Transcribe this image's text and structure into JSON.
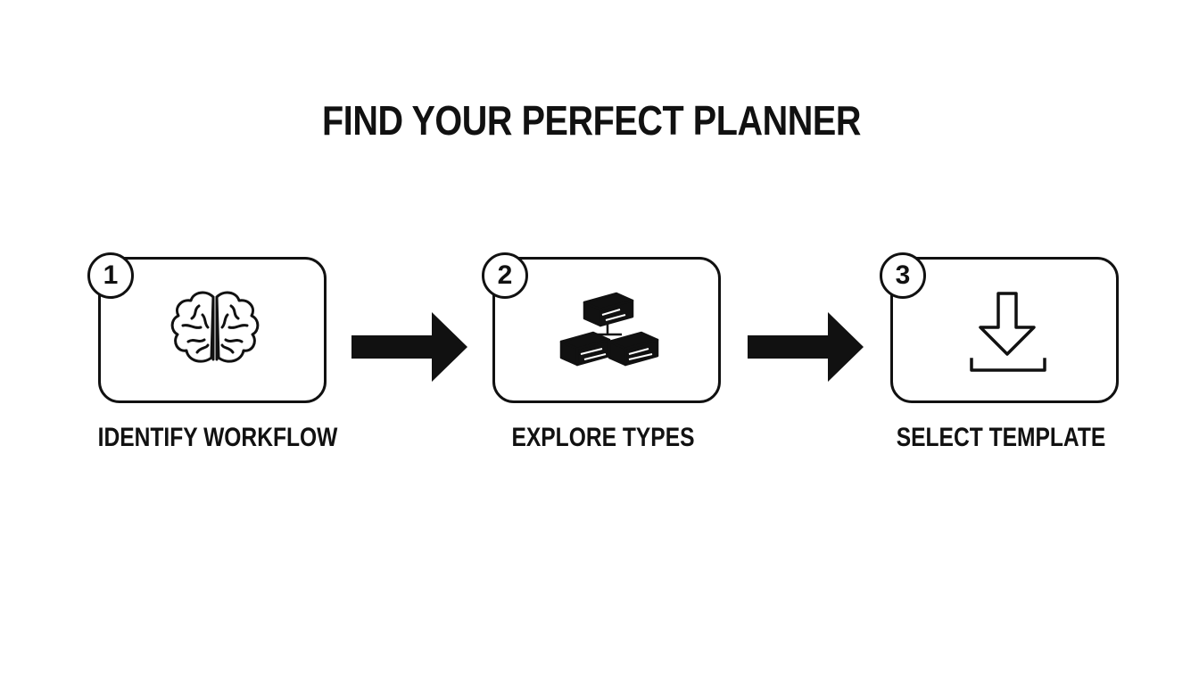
{
  "title": "FIND YOUR PERFECT PLANNER",
  "steps": [
    {
      "number": "1",
      "label": "IDENTIFY WORKFLOW",
      "icon": "brain-icon"
    },
    {
      "number": "2",
      "label": "EXPLORE TYPES",
      "icon": "hierarchy-blocks-icon"
    },
    {
      "number": "3",
      "label": "SELECT TEMPLATE",
      "icon": "download-icon"
    }
  ],
  "connectors": [
    "arrow-right-icon",
    "arrow-right-icon"
  ],
  "colors": {
    "ink": "#111111",
    "background": "#ffffff"
  }
}
